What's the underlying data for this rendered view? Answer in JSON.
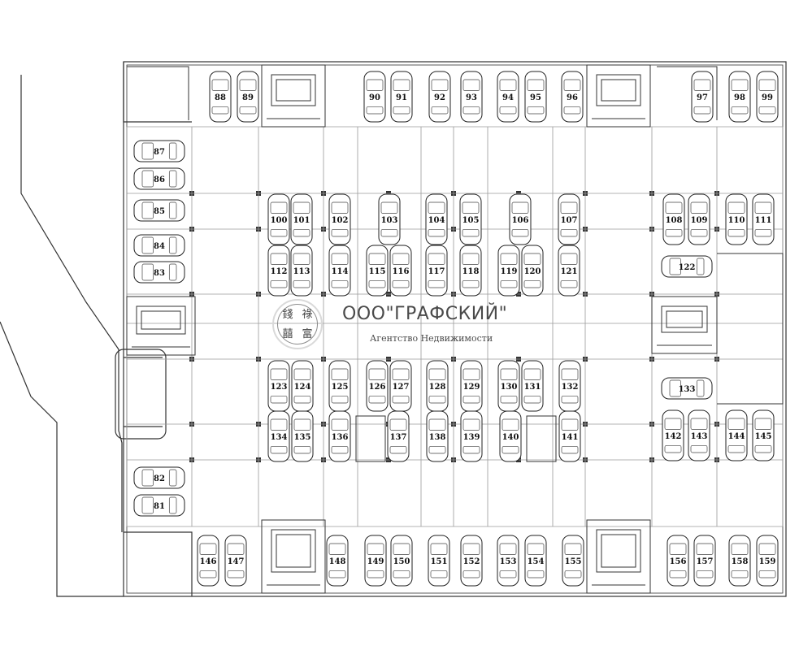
{
  "watermark": {
    "company": "ООО\"ГРАФСКИЙ\"",
    "tagline": "Агентство Недвижимости",
    "seal_chars": [
      "錢",
      "祿",
      "囍",
      "富"
    ]
  },
  "parking": {
    "top_row": [
      "88",
      "89",
      "90",
      "91",
      "92",
      "93",
      "94",
      "95",
      "96",
      "97",
      "98",
      "99"
    ],
    "left_column_upper": [
      "87",
      "86",
      "85",
      "84",
      "83"
    ],
    "left_column_lower": [
      "82",
      "81"
    ],
    "island_1_top": [
      "100",
      "101",
      "102",
      "103",
      "104",
      "105",
      "106",
      "107"
    ],
    "island_1_bottom": [
      "112",
      "113",
      "114",
      "115",
      "116",
      "117",
      "118",
      "119",
      "120",
      "121"
    ],
    "right_upper": [
      "108",
      "109",
      "110",
      "111",
      "122"
    ],
    "island_2_top": [
      "123",
      "124",
      "125",
      "126",
      "127",
      "128",
      "129",
      "130",
      "131",
      "132"
    ],
    "island_2_bottom": [
      "134",
      "135",
      "136",
      "137",
      "138",
      "139",
      "140",
      "141"
    ],
    "right_lower": [
      "133",
      "142",
      "143",
      "144",
      "145"
    ],
    "bottom_row": [
      "146",
      "147",
      "148",
      "149",
      "150",
      "151",
      "152",
      "153",
      "154",
      "155",
      "156",
      "157",
      "158",
      "159"
    ]
  }
}
